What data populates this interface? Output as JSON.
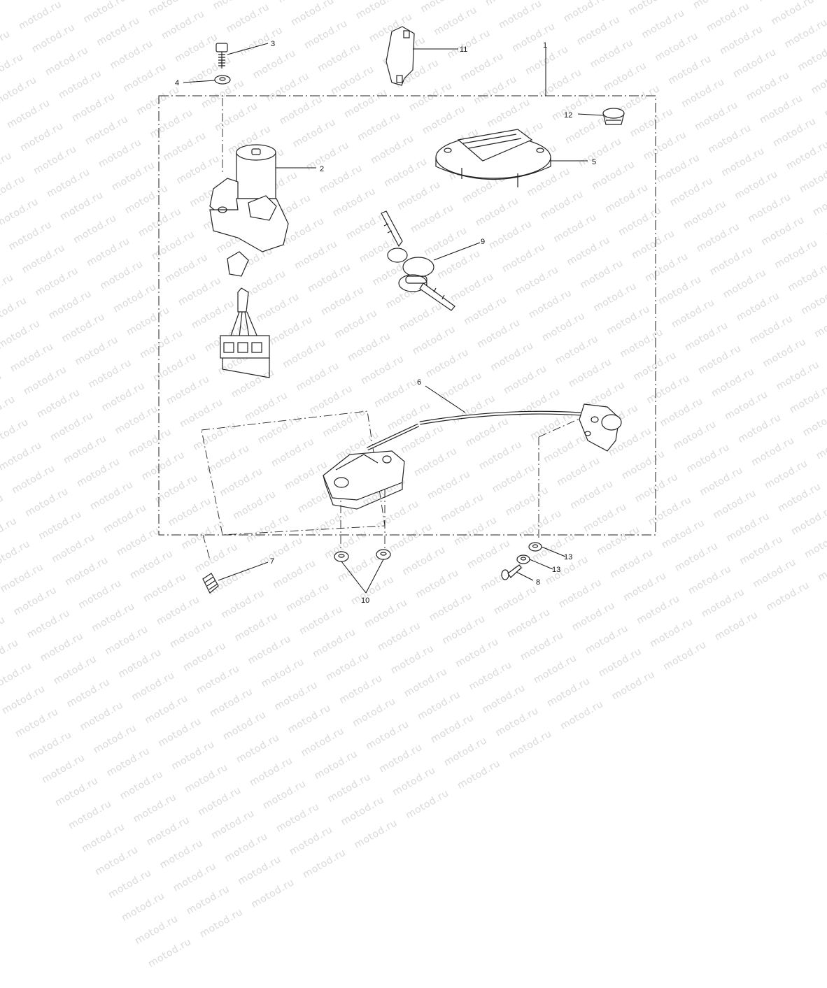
{
  "watermark": {
    "text": "motod.ru"
  },
  "callouts": [
    {
      "id": "1",
      "label": "1"
    },
    {
      "id": "2",
      "label": "2"
    },
    {
      "id": "3",
      "label": "3"
    },
    {
      "id": "4",
      "label": "4"
    },
    {
      "id": "5",
      "label": "5"
    },
    {
      "id": "6",
      "label": "6"
    },
    {
      "id": "7",
      "label": "7"
    },
    {
      "id": "8",
      "label": "8"
    },
    {
      "id": "9",
      "label": "9"
    },
    {
      "id": "10",
      "label": "10"
    },
    {
      "id": "11",
      "label": "11"
    },
    {
      "id": "12",
      "label": "12"
    },
    {
      "id": "13a",
      "label": "13"
    },
    {
      "id": "13b",
      "label": "13"
    }
  ]
}
